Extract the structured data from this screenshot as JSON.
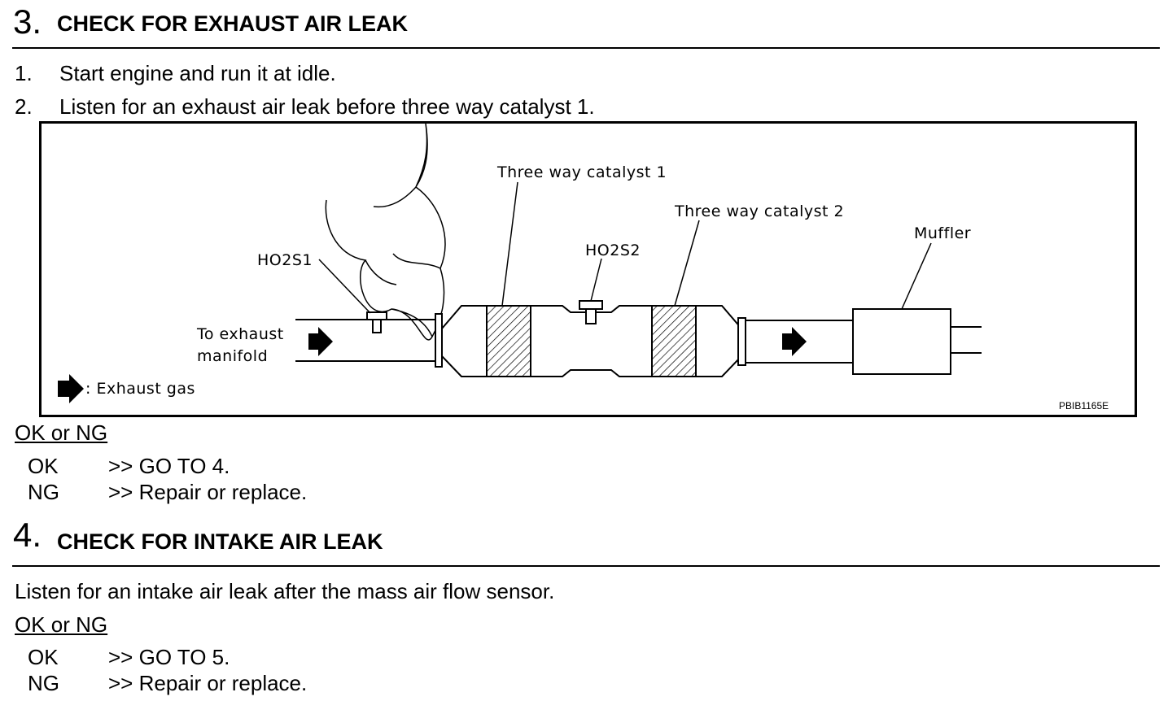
{
  "step3": {
    "number": "3.",
    "title": "CHECK FOR EXHAUST AIR LEAK",
    "instructions": [
      {
        "num": "1.",
        "text": "Start engine and run it at idle."
      },
      {
        "num": "2.",
        "text": "Listen for an exhaust air leak before three way catalyst 1."
      }
    ],
    "figure": {
      "labels": {
        "twc1": "Three way catalyst 1",
        "twc2": "Three way catalyst 2",
        "ho2s1": "HO2S1",
        "ho2s2": "HO2S2",
        "muffler": "Muffler",
        "to_exhaust": "To exhaust",
        "manifold": "manifold",
        "legend": ": Exhaust gas",
        "code": "PBIB1165E"
      },
      "icons": [
        "exhaust-gas-arrow-icon",
        "smoke-icon"
      ]
    },
    "result_heading": "OK or NG",
    "results": [
      {
        "key": "OK",
        "action": ">> GO TO 4."
      },
      {
        "key": "NG",
        "action": ">> Repair or replace."
      }
    ]
  },
  "step4": {
    "number": "4.",
    "title": "CHECK FOR INTAKE AIR LEAK",
    "instruction": "Listen for an intake air leak after the mass air flow sensor.",
    "result_heading": "OK or NG",
    "results": [
      {
        "key": "OK",
        "action": ">> GO TO 5."
      },
      {
        "key": "NG",
        "action": ">> Repair or replace."
      }
    ]
  }
}
